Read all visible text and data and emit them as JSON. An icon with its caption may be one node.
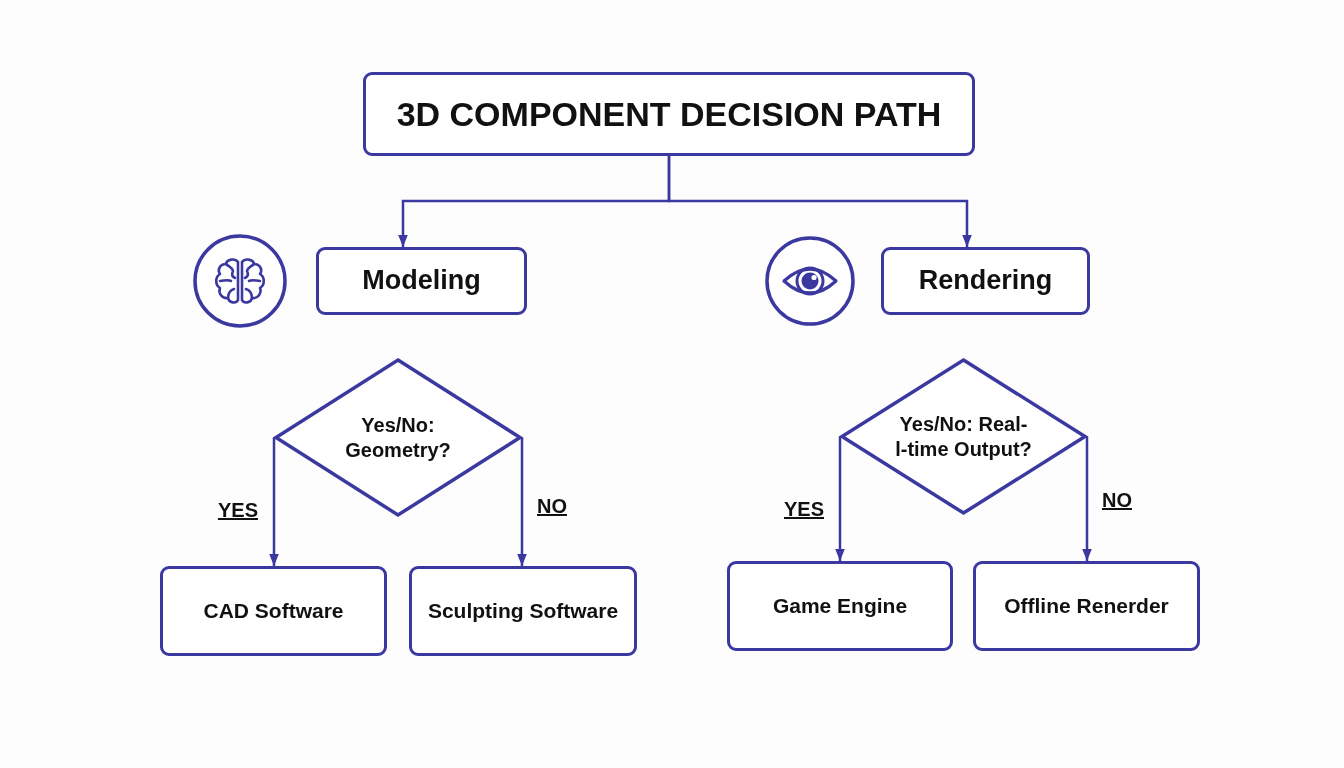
{
  "diagram": {
    "nodes": [
      {
        "text": [
          "3D COMPONENT DECISION PATH"
        ]
      },
      {
        "text": [
          "Modeling"
        ]
      },
      {
        "text": [
          "Rendering"
        ]
      },
      {
        "text": [
          "Yes/No: Geometry?"
        ]
      },
      {
        "text": [
          "CAD Software"
        ]
      },
      {
        "text": [
          "Sculpting Software"
        ]
      },
      {
        "text": [
          "Yes/No: Real- l-time Output?"
        ]
      },
      {
        "text": [
          "Game Engine"
        ]
      },
      {
        "text": [
          "Offline Renerder"
        ]
      }
    ],
    "edges": [
      {
        "from": 0,
        "to": 1,
        "arrow": "to"
      },
      {
        "from": 0,
        "to": 2,
        "arrow": "to"
      },
      {
        "from": 3,
        "to": 4,
        "arrow": "to",
        "label": "YES"
      },
      {
        "from": 3,
        "to": 5,
        "arrow": "to",
        "label": "NO"
      },
      {
        "from": 6,
        "to": 7,
        "arrow": "to",
        "label": "YES"
      },
      {
        "from": 6,
        "to": 8,
        "arrow": "to",
        "label": "NO"
      }
    ]
  }
}
